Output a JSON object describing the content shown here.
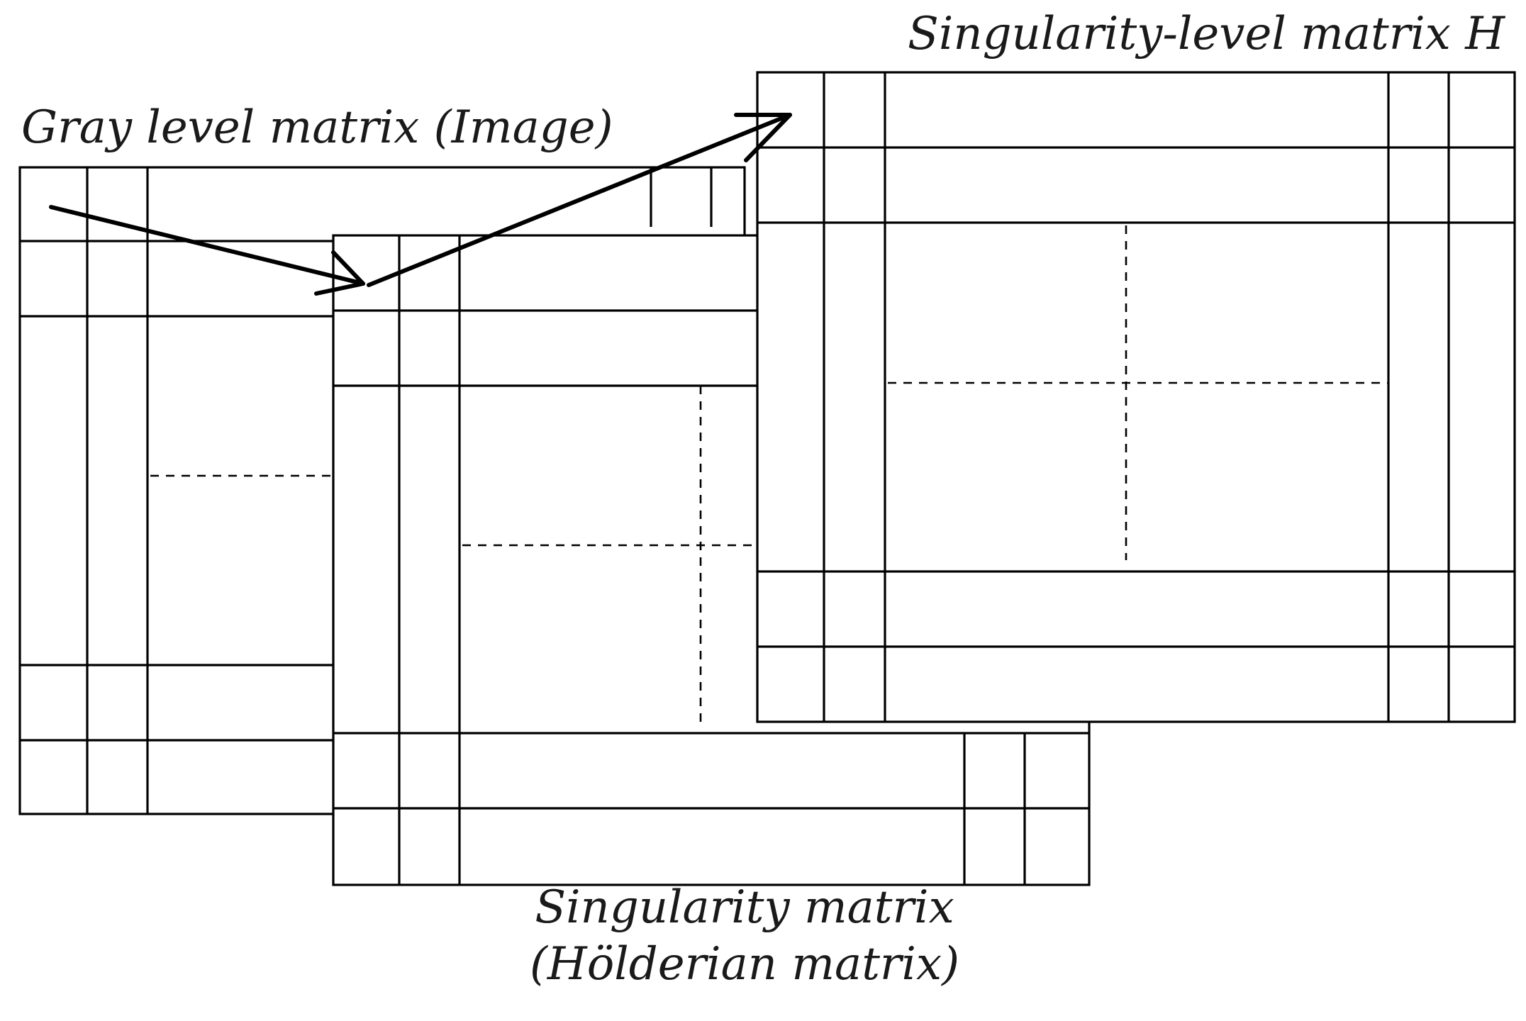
{
  "labels": {
    "gray_level": "Gray level matrix (Image)",
    "singularity_level": "Singularity-level matrix H",
    "singularity_line1": "Singularity matrix",
    "singularity_line2": "(Hölderian matrix)"
  }
}
